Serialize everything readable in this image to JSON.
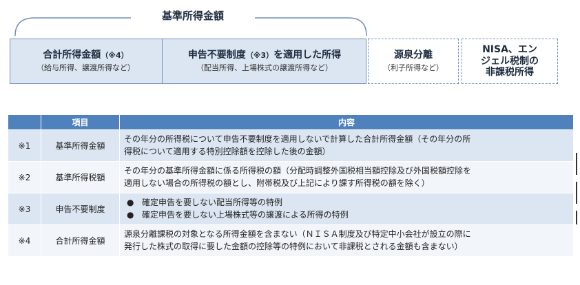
{
  "diagram": {
    "title": "基準所得金額",
    "boxes": [
      {
        "main": "合計所得金額",
        "note": "（※4）",
        "sub": "（給与所得、譲渡所得など）"
      },
      {
        "main": "申告不要制度",
        "note": "（※3）",
        "main_suffix": "を適用した所得",
        "sub": "（配当所得、上場株式の譲渡所得など）"
      },
      {
        "main": "源泉分離",
        "sub": "（利子所得など）"
      },
      {
        "main_lines": [
          "NISA、エン",
          "ジェル税制の",
          "非課税所得"
        ]
      }
    ]
  },
  "table": {
    "headers": [
      "",
      "項目",
      "内容"
    ],
    "rows": [
      {
        "no": "※1",
        "item": "基準所得金額",
        "lines": [
          "その年分の所得税について申告不要制度を適用しないで計算した合計所得金額（その年分の所",
          "得税について適用する特別控除額を控除した後の金額）"
        ]
      },
      {
        "no": "※2",
        "item": "基準所得税額",
        "lines": [
          "その年分の基準所得金額に係る所得税の額（分配時調整外国税相当額控除及び外国税額控除を",
          "適用しない場合の所得税の額とし、附帯税及び上記により課す所得税の額を除く）"
        ]
      },
      {
        "no": "※3",
        "item": "申告不要制度",
        "bullets": [
          "確定申告を要しない配当所得等の特例",
          "確定申告を要しない上場株式等の譲渡による所得の特例"
        ]
      },
      {
        "no": "※4",
        "item": "合計所得金額",
        "lines": [
          "源泉分離課税の対象となる所得金額を含まない（ＮＩＳＡ制度及び特定中小会社が設立の際に",
          "発行した株式の取得に要した金額の控除等の特例において非課税とされる金額も含まない）"
        ]
      }
    ],
    "bullet_symbol": "●"
  },
  "colors": {
    "header_bg": "#4f81bd",
    "row_dark": "#dce6f2",
    "row_light": "#f2f6fb",
    "box_border": "#6f8fb8"
  }
}
